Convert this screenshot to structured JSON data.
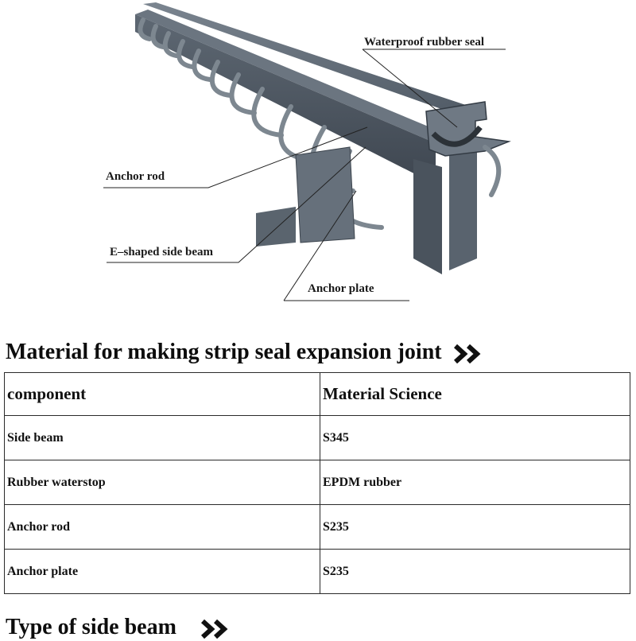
{
  "figure": {
    "callouts": {
      "seal": "Waterproof rubber seal",
      "anchor_rod": "Anchor rod",
      "side_beam": "E–shaped side beam",
      "anchor_plate": "Anchor plate"
    },
    "colors": {
      "steel": "#5b6671",
      "steel_light": "#8d969f",
      "steel_dark": "#3a424b"
    }
  },
  "section1": {
    "title": "Material for making strip seal expansion joint",
    "icon": "double-chevron-right-icon"
  },
  "table": {
    "headers": [
      "component",
      "Material Science"
    ],
    "rows": [
      {
        "component": "Side beam",
        "material": "S345"
      },
      {
        "component": "Rubber waterstop",
        "material": "EPDM rubber"
      },
      {
        "component": "Anchor rod",
        "material": "S235"
      },
      {
        "component": "Anchor plate",
        "material": "S235"
      }
    ]
  },
  "section2": {
    "title": "Type of side beam",
    "icon": "double-chevron-right-icon"
  }
}
